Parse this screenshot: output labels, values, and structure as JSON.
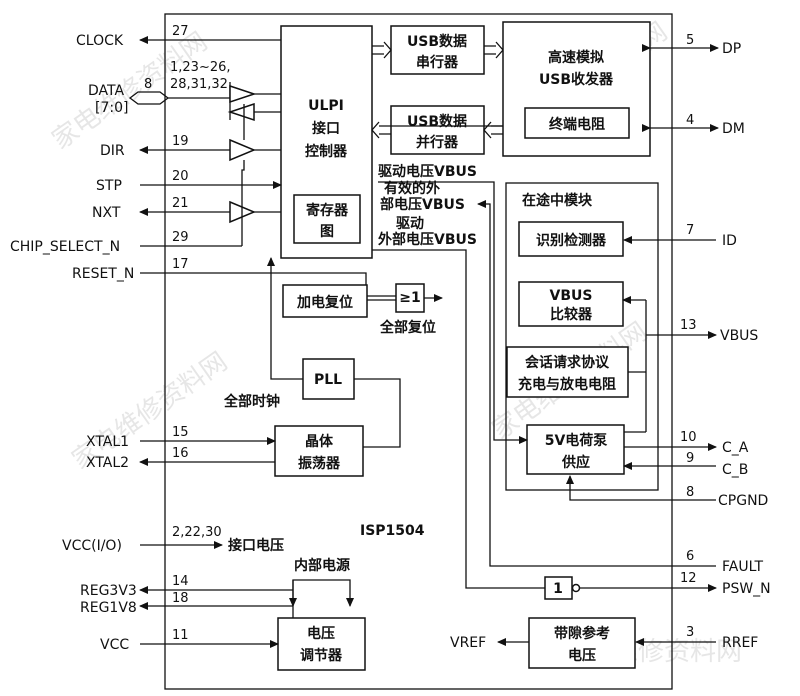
{
  "chip": {
    "name": "ISP1504"
  },
  "blocks": {
    "ulpi": [
      "ULPI",
      "接口",
      "控制器"
    ],
    "register": [
      "寄存器",
      "图"
    ],
    "usb_serializer": [
      "USB数据",
      "串行器"
    ],
    "usb_deserializer": [
      "USB数据",
      "并行器"
    ],
    "transceiver": [
      "高速模拟",
      "USB收发器"
    ],
    "termination": "终端电阻",
    "power_on_reset": "加电复位",
    "pll": "PLL",
    "crystal": [
      "晶体",
      "振荡器"
    ],
    "otg_module": "在途中模块",
    "id_detector": "识别检测器",
    "vbus_comparator": [
      "VBUS",
      "比较器"
    ],
    "srp": [
      "会话请求协议",
      "充电与放电电阻"
    ],
    "charge_pump": [
      "5V电荷泵",
      "供应"
    ],
    "regulator": [
      "电压",
      "调节器"
    ],
    "bandgap": [
      "带隙参考",
      "电压"
    ],
    "or_gate": "≥1",
    "buffer": "1"
  },
  "notes": {
    "drive_vbus": "驱动电压VBUS",
    "valid_ext_1": "有效的外",
    "valid_ext_2": "部电压VBUS",
    "drive_ext_1": "驱动",
    "drive_ext_2": "外部电压VBUS",
    "all_reset": "全部复位",
    "all_clock": "全部时钟",
    "interface_voltage": "接口电压",
    "internal_supply": "内部电源"
  },
  "pins_left": [
    {
      "name": "CLOCK",
      "num": "27"
    },
    {
      "name": "DATA",
      "name2": "[7:0]",
      "num": "8",
      "num2": "1,23~26,",
      "num3": "28,31,32"
    },
    {
      "name": "DIR",
      "num": "19"
    },
    {
      "name": "STP",
      "num": "20"
    },
    {
      "name": "NXT",
      "num": "21"
    },
    {
      "name": "CHIP_SELECT_N",
      "num": "29"
    },
    {
      "name": "RESET_N",
      "num": "17"
    },
    {
      "name": "XTAL1",
      "num": "15"
    },
    {
      "name": "XTAL2",
      "num": "16"
    },
    {
      "name": "VCC(I/O)",
      "num": "2,22,30"
    },
    {
      "name": "REG3V3",
      "num": "14"
    },
    {
      "name": "REG1V8",
      "num": "18"
    },
    {
      "name": "VCC",
      "num": "11"
    }
  ],
  "pins_right": [
    {
      "name": "DP",
      "num": "5"
    },
    {
      "name": "DM",
      "num": "4"
    },
    {
      "name": "ID",
      "num": "7"
    },
    {
      "name": "VBUS",
      "num": "13"
    },
    {
      "name": "C_A",
      "num": "10"
    },
    {
      "name": "C_B",
      "num": "9"
    },
    {
      "name": "CPGND",
      "num": "8"
    },
    {
      "name": "FAULT",
      "num": "6"
    },
    {
      "name": "PSW_N",
      "num": "12"
    },
    {
      "name": "RREF",
      "num": "3"
    }
  ],
  "pins_bottom": [
    {
      "name": "VREF"
    }
  ]
}
